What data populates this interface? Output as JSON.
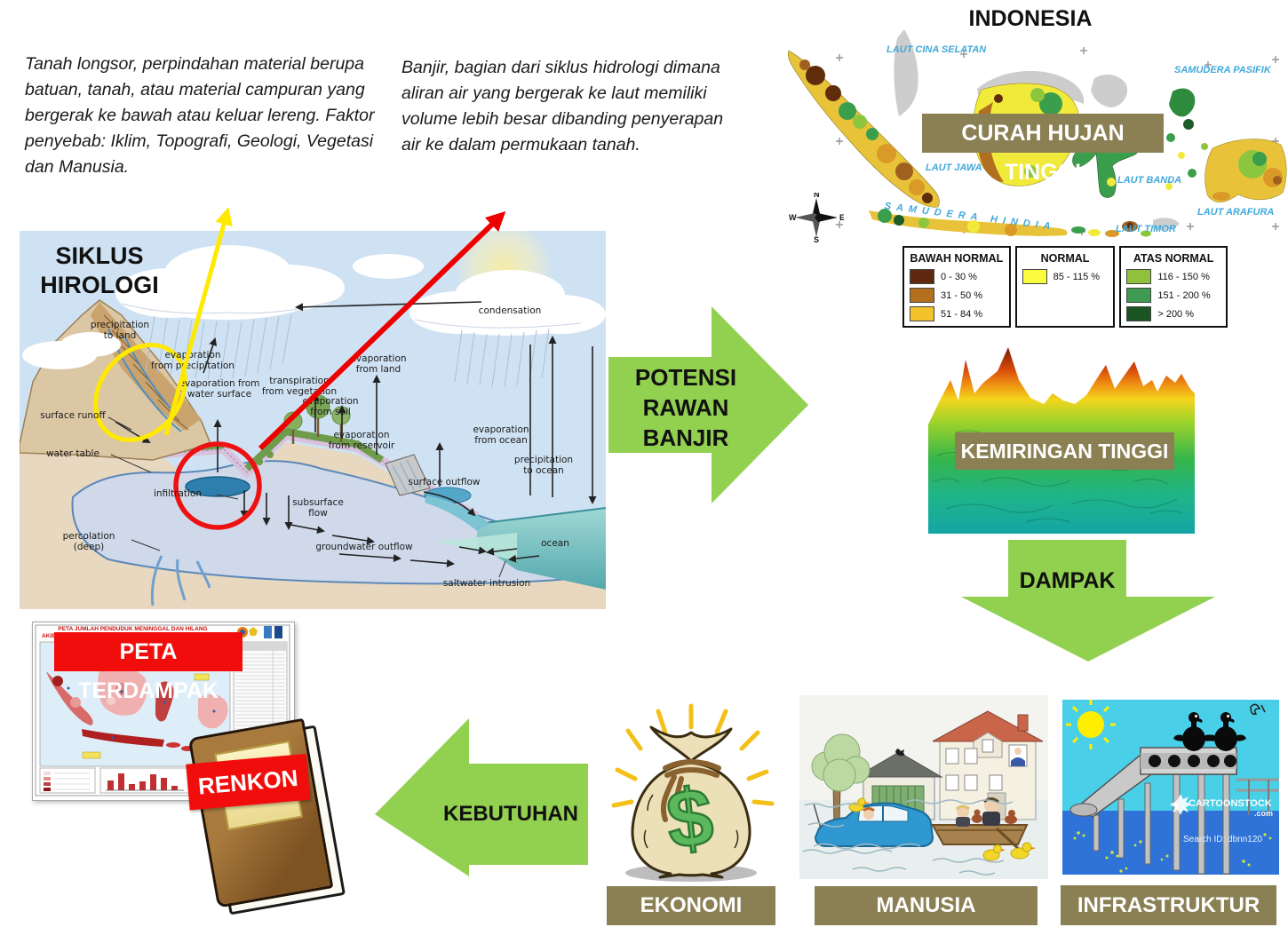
{
  "annotations": {
    "landslide": "Tanah longsor, perpindahan material berupa batuan, tanah, atau material campuran yang bergerak ke bawah atau keluar lereng. Faktor penyebab: Iklim, Topografi, Geologi, Vegetasi dan Manusia.",
    "flood": "Banjir, bagian dari siklus hidrologi dimana aliran air yang bergerak ke laut memiliki volume lebih besar dibanding penyerapan air ke dalam permukaan tanah."
  },
  "indonesia_map": {
    "title": "INDONESIA",
    "overlay_label": "CURAH HUJAN TINGGI",
    "sea_labels": [
      "LAUT CINA SELATAN",
      "SAMUDERA PASIFIK",
      "LAUT JAWA",
      "LAUT BANDA",
      "LAUT ARAFURA",
      "LAUT TIMOR",
      "SAMUDERA HINDIA"
    ],
    "compass": {
      "n": "N",
      "e": "E",
      "s": "S",
      "w": "W"
    }
  },
  "legend": {
    "groups": [
      {
        "title": "BAWAH NORMAL",
        "items": [
          {
            "range": "0 - 30 %",
            "color": "#5E2910"
          },
          {
            "range": "31 - 50 %",
            "color": "#B4701F"
          },
          {
            "range": "51 - 84 %",
            "color": "#F3C32C"
          }
        ]
      },
      {
        "title": "NORMAL",
        "items": [
          {
            "range": "85 - 115 %",
            "color": "#FBFB40"
          }
        ]
      },
      {
        "title": "ATAS NORMAL",
        "items": [
          {
            "range": "116 - 150 %",
            "color": "#8FC13D"
          },
          {
            "range": "151 - 200 %",
            "color": "#3E9B51"
          },
          {
            "range": "> 200 %",
            "color": "#1B5524"
          }
        ]
      }
    ]
  },
  "hydrology": {
    "title": "SIKLUS\nHIROLOGI",
    "labels": [
      "precipitation\nto land",
      "evaporation\nfrom precipitation",
      "evaporation from\nwater surface",
      "transpiration\nfrom vegetation",
      "evaporation\nfrom land",
      "evaporation\nfrom soil",
      "evaporation\nfrom reservoir",
      "condensation",
      "evaporation\nfrom ocean",
      "precipitation\nto ocean",
      "surface runoff",
      "water table",
      "infiltration",
      "subsurface\nflow",
      "percolation\n(deep)",
      "groundwater outflow",
      "surface outflow",
      "ocean",
      "saltwater intrusion"
    ]
  },
  "flow": {
    "potensi": "POTENSI\nRAWAN\nBANJIR",
    "kemiringan": "KEMIRINGAN TINGGI",
    "dampak": "DAMPAK",
    "kebutuhan": "KEBUTUHAN"
  },
  "impacts": {
    "ekonomi": "EKONOMI",
    "manusia": "MANUSIA",
    "infrastruktur": "INFRASTRUKTUR",
    "dollar": "$",
    "watermark_brand": "CARTOONSTOCK",
    "watermark_domain": ".com",
    "watermark_search": "Search ID: dbnn120"
  },
  "peta": {
    "banner": "PETA TERDAMPAK",
    "doc_title_line1": "PETA JUMLAH PENDUDUK MENINGGAL DAN HILANG",
    "doc_title_line2": "AKIBAT BENCANA BANJIR DAN TANAH LONGSOR DI INDONESIA"
  },
  "renkon": {
    "banner": "RENKON"
  },
  "colors": {
    "arrow_green": "#92D050",
    "label_olive": "#8A8054",
    "banner_red": "#F20D0D",
    "sea_text_blue": "#3FA9DC",
    "highlight_yellow": "#FFE900",
    "highlight_red": "#EE1111"
  }
}
